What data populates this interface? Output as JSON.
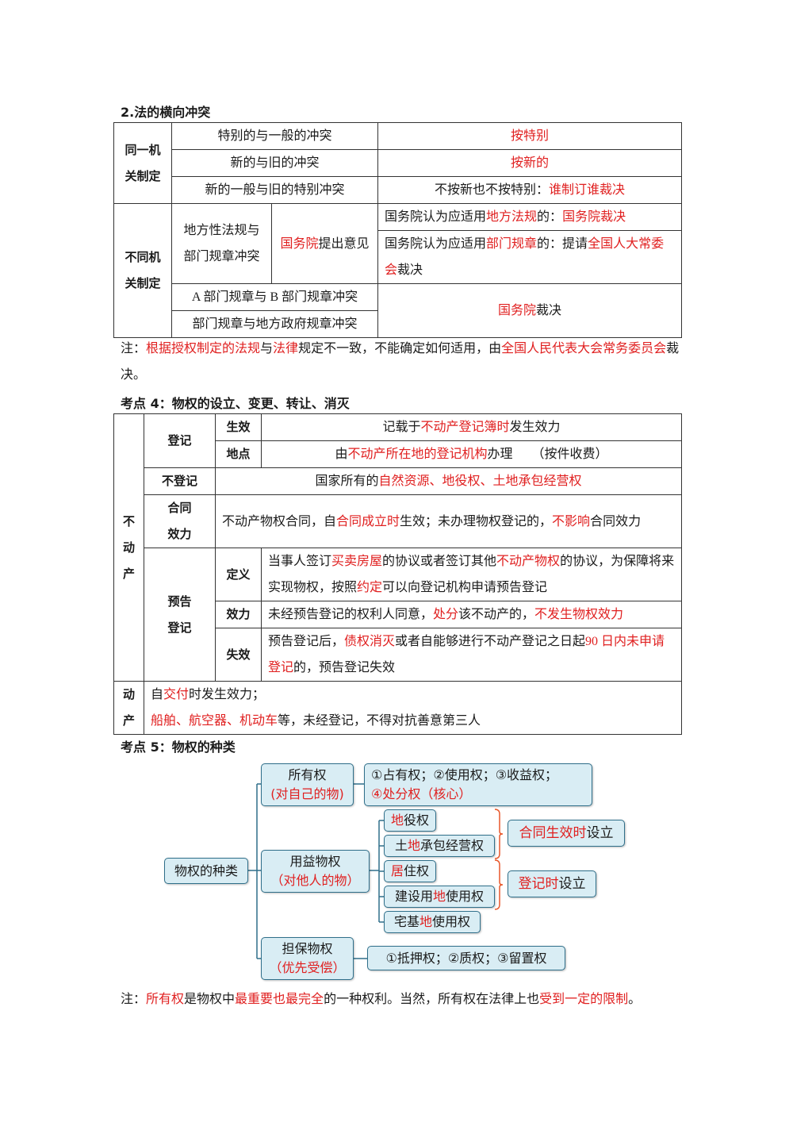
{
  "section2": {
    "heading": "2.法的横向冲突",
    "same_org": "同一机关制定",
    "rows": [
      {
        "conflict": "特别的与一般的冲突",
        "rule": "按特别"
      },
      {
        "conflict": "新的与旧的冲突",
        "rule": "按新的"
      },
      {
        "conflict": "新的一般与旧的特别冲突",
        "rule_plain": "不按新也不按特别：",
        "rule_red": "谁制订谁裁决"
      }
    ],
    "diff_org": "不同机关制定",
    "local_vs_dept": {
      "left": "地方性法规与部门规章冲突",
      "mid_red": "国务院",
      "mid_plain": "提出意见"
    },
    "opt1": {
      "a": "国务院认为应适用",
      "b": "地方法规",
      "c": "的：",
      "d": "国务院裁决"
    },
    "opt2": {
      "a": "国务院认为应适用",
      "b": "部门规章",
      "c": "的：提请",
      "d": "全国人大常委会",
      "e": "裁决"
    },
    "ab_conflict": "A 部门规章与 B 部门规章冲突",
    "dept_local_gov": "部门规章与地方政府规章冲突",
    "state_council_red": "国务院",
    "decide": "裁决"
  },
  "note1": {
    "a": "注：",
    "b": "根据授权制定的法规",
    "c": "与",
    "d": "法律",
    "e": "规定不一致，不能确定如何适用，由",
    "f": "全国人民代表大会常务委员会",
    "g": "裁决。"
  },
  "section4": {
    "heading": "考点 4：物权的设立、变更、转让、消灭",
    "immovable": "不动产",
    "register": "登记",
    "effect": "生效",
    "effect_a": "记载于",
    "effect_b": "不动产登记簿时",
    "effect_c": "发生效力",
    "place": "地点",
    "place_a": "由",
    "place_b": "不动产所在地的登记机构",
    "place_c": "办理　　（按件收费）",
    "no_register": "不登记",
    "no_reg_a": "国家所有的",
    "no_reg_b": "自然资源、地役权、土地承包经营权",
    "contract": "合同效力",
    "contract_a": "不动产物权合同，自",
    "contract_b": "合同成立时",
    "contract_c": "生效；未办理物权登记的，",
    "contract_d": "不影响",
    "contract_e": "合同效力",
    "pre_reg": "预告登记",
    "def": "定义",
    "def_a": "当事人签订",
    "def_b": "买卖房屋",
    "def_c": "的协议或者签订其他",
    "def_d": "不动产物权",
    "def_e": "的协议，为保障将来实现物权，按照",
    "def_f": "约定",
    "def_g": "可以向登记机构申请预告登记",
    "force": "效力",
    "force_a": "未经预告登记的权利人同意，",
    "force_b": "处分",
    "force_c": "该不动产的，",
    "force_d": "不发生物权效力",
    "invalid": "失效",
    "inv_a": "预告登记后，",
    "inv_b": "债权消灭",
    "inv_c": "或者自能够进行不动产登记之日起",
    "inv_d": "90 日内未申请登记",
    "inv_e": "的，预告登记失效",
    "movable": "动产",
    "mov_a": "自",
    "mov_b": "交付",
    "mov_c": "时发生效力；",
    "mov_d": "船舶、航空器、机动车",
    "mov_e": "等，未经登记，不得对抗善意第三人"
  },
  "section5": {
    "heading": "考点 5：物权的种类",
    "root": "物权的种类",
    "own": "所有权",
    "own_sub": "(对自己的物)",
    "own_rights_1": "①占有权；②使用权；③收益权；",
    "own_rights_2": "④处分权（核心）",
    "usu": "用益物权",
    "usu_sub": "（对他人的物）",
    "i1_red": "地",
    "i1_plain": "役权",
    "i2_a": "土",
    "i2_b": "地",
    "i2_c": "承包经营权",
    "i3_red": "居",
    "i3_plain": "住权",
    "i4_a": "建设用",
    "i4_b": "地",
    "i4_c": "使用权",
    "i5_a": "宅基",
    "i5_b": "地",
    "i5_c": "使用权",
    "c1_red": "合同生效时",
    "c1_plain": "设立",
    "c2_red": "登记时",
    "c2_plain": "设立",
    "sec": "担保物权",
    "sec_sub": "（优先受偿）",
    "sec_rights": "①抵押权；②质权；③留置权"
  },
  "note2": {
    "a": "注：",
    "b": "所有权",
    "c": "是物权中",
    "d": "最重要也最完全",
    "e": "的一种权利。当然，所有权在法律上也",
    "f": "受到一定的限制",
    "g": "。"
  },
  "colors": {
    "red": "#e02020",
    "box_fill": "#d9edf4",
    "box_border": "#2f6f8a"
  }
}
